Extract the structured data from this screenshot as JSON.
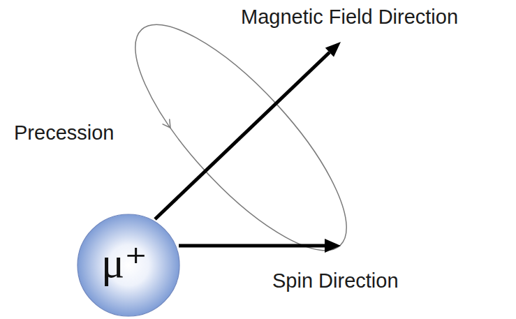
{
  "diagram": {
    "nodes": [
      {
        "text": [
          "μ⁺"
        ]
      }
    ],
    "labels": [
      "Magnetic Field Direction",
      "Precession",
      "Spin Direction"
    ]
  }
}
